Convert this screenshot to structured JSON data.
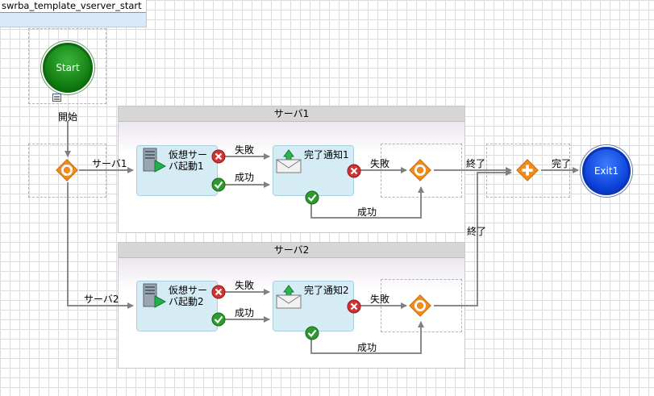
{
  "diagram": {
    "tab_title": "swrba_template_vserver_start",
    "start": {
      "label": "Start",
      "caption": "開始"
    },
    "exit": {
      "label": "Exit1"
    },
    "lanes": [
      {
        "title": "サーバ1",
        "entry_label": "サーバ1",
        "server_task": "仮想サーバ起動1",
        "server_task_line1": "仮想サー",
        "server_task_line2": "バ起動1",
        "notify_task": "完了通知1",
        "fail_label_1": "失敗",
        "success_label_1": "成功",
        "fail_label_2": "失敗",
        "success_label_2": "成功",
        "end_label": "終了"
      },
      {
        "title": "サーバ2",
        "entry_label": "サーバ2",
        "server_task": "仮想サーバ起動2",
        "server_task_line1": "仮想サー",
        "server_task_line2": "バ起動2",
        "notify_task": "完了通知2",
        "fail_label_1": "失敗",
        "success_label_1": "成功",
        "fail_label_2": "失敗",
        "success_label_2": "成功",
        "end_label": "終了"
      }
    ],
    "join_to_exit_label": "完了",
    "colors": {
      "start": "#178a17",
      "exit": "#0a3ed6",
      "gateway": "#f08c1a",
      "task": "#d5ecf5",
      "error": "#d23232",
      "success": "#2e9a2e"
    },
    "icons": [
      "server-icon",
      "envelope-icon",
      "error-icon",
      "success-icon",
      "document-icon"
    ]
  }
}
